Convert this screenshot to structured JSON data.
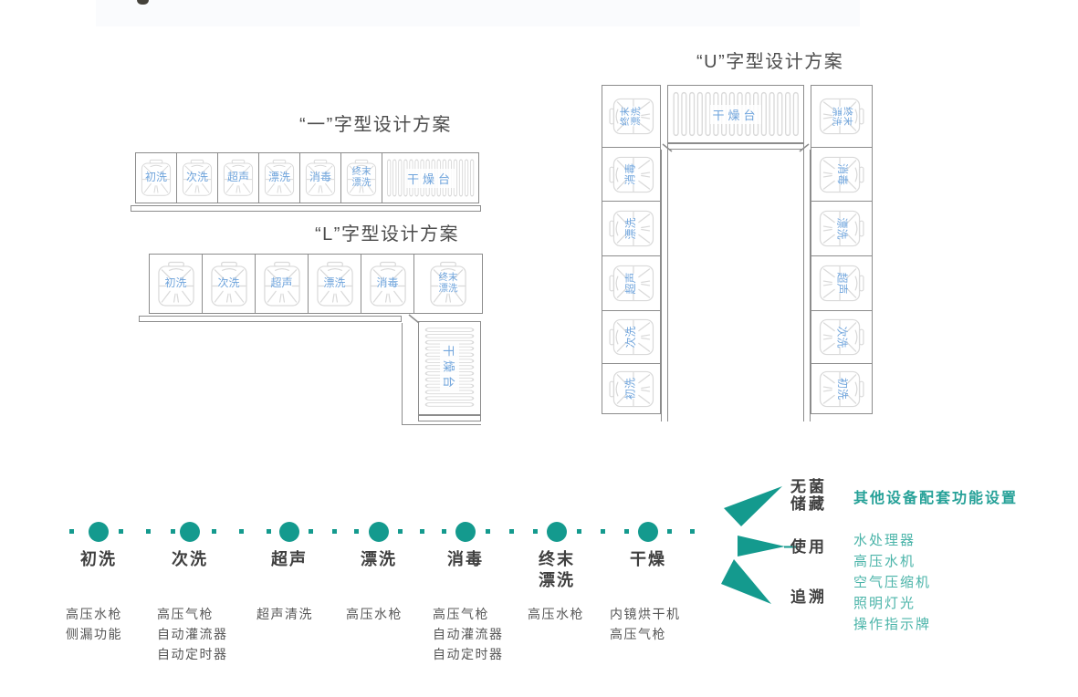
{
  "layouts": {
    "line": {
      "title": "“一”字型设计方案",
      "cells": [
        "初洗",
        "次洗",
        "超声",
        "漂洗",
        "消毒",
        [
          "终末",
          "漂洗"
        ]
      ],
      "drying_label": "干燥台"
    },
    "l_shape": {
      "title": "“L”字型设计方案",
      "cells": [
        "初洗",
        "次洗",
        "超声",
        "漂洗",
        "消毒",
        [
          "终末",
          "漂洗"
        ]
      ],
      "drying_label": "干燥台"
    },
    "u_shape": {
      "title": "“U”字型设计方案",
      "left_cells": [
        [
          "终末",
          "漂洗"
        ],
        "消毒",
        "漂洗",
        "超声",
        "次洗",
        "初洗"
      ],
      "right_cells": [
        [
          "终末",
          "漂洗"
        ],
        "消毒",
        "漂洗",
        "超声",
        "次洗",
        "初洗"
      ],
      "drying_label": "干燥台"
    }
  },
  "process": {
    "steps": [
      {
        "label": "初洗",
        "equipment": [
          "高压水枪",
          "侧漏功能"
        ]
      },
      {
        "label": "次洗",
        "equipment": [
          "高压气枪",
          "自动灌流器",
          "自动定时器"
        ]
      },
      {
        "label": "超声",
        "equipment": [
          "超声清洗"
        ]
      },
      {
        "label": "漂洗",
        "equipment": [
          "高压水枪"
        ]
      },
      {
        "label": "消毒",
        "equipment": [
          "高压气枪",
          "自动灌流器",
          "自动定时器"
        ]
      },
      {
        "label": [
          "终末",
          "漂洗"
        ],
        "equipment": [
          "高压水枪"
        ]
      },
      {
        "label": "干燥",
        "equipment": [
          "内镜烘干机",
          "高压气枪"
        ]
      }
    ]
  },
  "post_process": {
    "labels": [
      [
        "无菌",
        "储藏"
      ],
      "使用",
      "追溯"
    ]
  },
  "other_equipment": {
    "heading": "其他设备配套功能设置",
    "items": [
      "水处理器",
      "高压水机",
      "空气压缩机",
      "照明灯光",
      "操作指示牌"
    ]
  },
  "colors": {
    "teal": "#149a8e",
    "label_blue": "#6fa4dc",
    "light_teal_text": "#4bb4a9",
    "heading_teal": "#26a198",
    "structure_gray": "#8c8c8c",
    "sink_line_gray": "#d9d9d9"
  }
}
